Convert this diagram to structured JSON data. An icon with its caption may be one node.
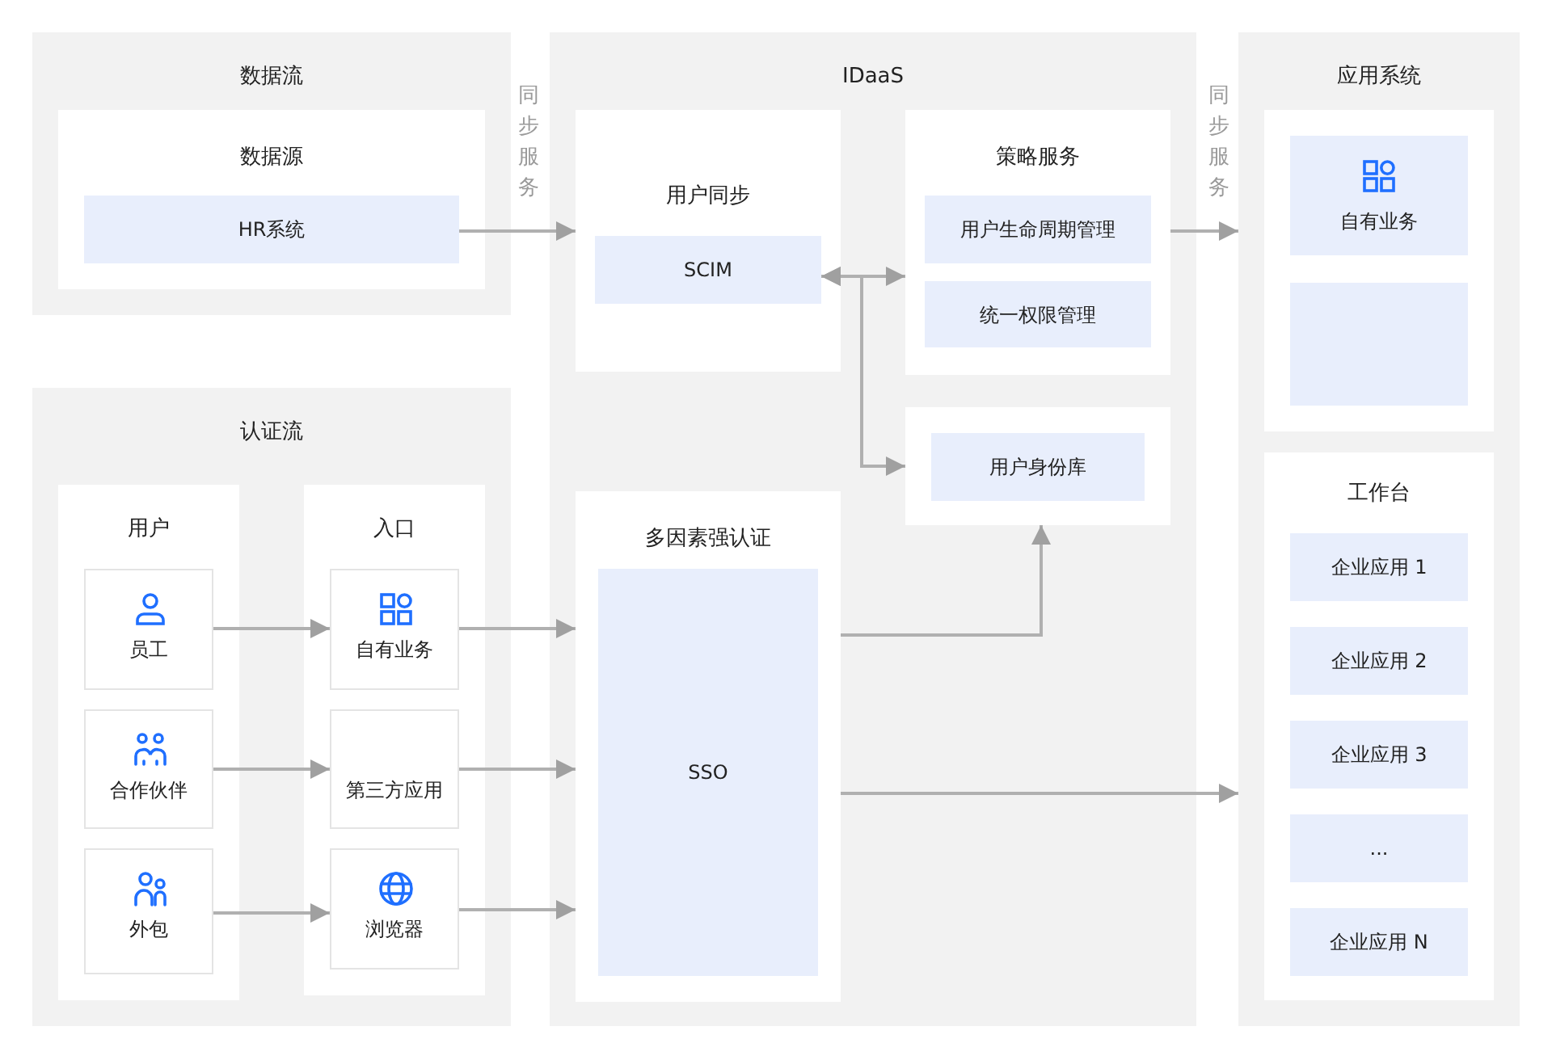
{
  "diagram": {
    "nodes": [
      {
        "text": [
          "数据流"
        ]
      },
      {
        "text": [
          "数据源"
        ],
        "in": 0
      },
      {
        "text": [
          "HR系统"
        ],
        "in": 1
      },
      {
        "text": [
          "认证流"
        ]
      },
      {
        "text": [
          "用户"
        ],
        "in": 3
      },
      {
        "text": [
          "员工"
        ],
        "in": 4
      },
      {
        "text": [
          "合作伙伴"
        ],
        "in": 4
      },
      {
        "text": [
          "外包"
        ],
        "in": 4
      },
      {
        "text": [
          "入口"
        ],
        "in": 3
      },
      {
        "text": [
          "自有业务"
        ],
        "in": 8
      },
      {
        "text": [
          "第三方应用"
        ],
        "in": 8
      },
      {
        "text": [
          "浏览器"
        ],
        "in": 8
      },
      {
        "text": [
          "IDaaS"
        ]
      },
      {
        "text": [
          "用户同步"
        ],
        "in": 12
      },
      {
        "text": [
          "SCIM"
        ],
        "in": 13
      },
      {
        "text": [
          "策略服务"
        ],
        "in": 12
      },
      {
        "text": [
          "用户生命周期管理"
        ],
        "in": 15
      },
      {
        "text": [
          "统一权限管理"
        ],
        "in": 15
      },
      {
        "text": [],
        "shape": "box",
        "in": 12
      },
      {
        "text": [
          "用户身份库"
        ],
        "in": 18
      },
      {
        "text": [
          "多因素强认证"
        ],
        "in": 12
      },
      {
        "text": [
          "SSO"
        ],
        "in": 20
      },
      {
        "text": [
          "应用系统"
        ]
      },
      {
        "text": [],
        "shape": "box",
        "in": 22
      },
      {
        "text": [
          "自有业务"
        ],
        "in": 23
      },
      {
        "text": [],
        "shape": "box",
        "in": 23
      },
      {
        "text": [
          "工作台"
        ],
        "in": 22
      },
      {
        "text": [
          "企业应用 1"
        ],
        "in": 26
      },
      {
        "text": [
          "企业应用 2"
        ],
        "in": 26
      },
      {
        "text": [
          "企业应用 3"
        ],
        "in": 26
      },
      {
        "text": [
          "..."
        ],
        "in": 26
      },
      {
        "text": [
          "企业应用 N"
        ],
        "in": 26
      }
    ],
    "edges": [
      {
        "from": 2,
        "to": 13,
        "arrow": "to",
        "label": "同步服务"
      },
      {
        "from": 14,
        "to": 15,
        "arrow": "both"
      },
      {
        "from": 14,
        "to": 18,
        "arrow": "both"
      },
      {
        "from": 15,
        "to": 22,
        "arrow": "to",
        "label": "同步服务"
      },
      {
        "from": 5,
        "to": 9,
        "arrow": "to"
      },
      {
        "from": 6,
        "to": 10,
        "arrow": "to"
      },
      {
        "from": 7,
        "to": 11,
        "arrow": "to"
      },
      {
        "from": 9,
        "to": 20,
        "arrow": "to"
      },
      {
        "from": 10,
        "to": 20,
        "arrow": "to"
      },
      {
        "from": 11,
        "to": 20,
        "arrow": "to"
      },
      {
        "from": 20,
        "to": 18,
        "arrow": "to"
      },
      {
        "from": 20,
        "to": 22,
        "arrow": "to"
      }
    ]
  }
}
